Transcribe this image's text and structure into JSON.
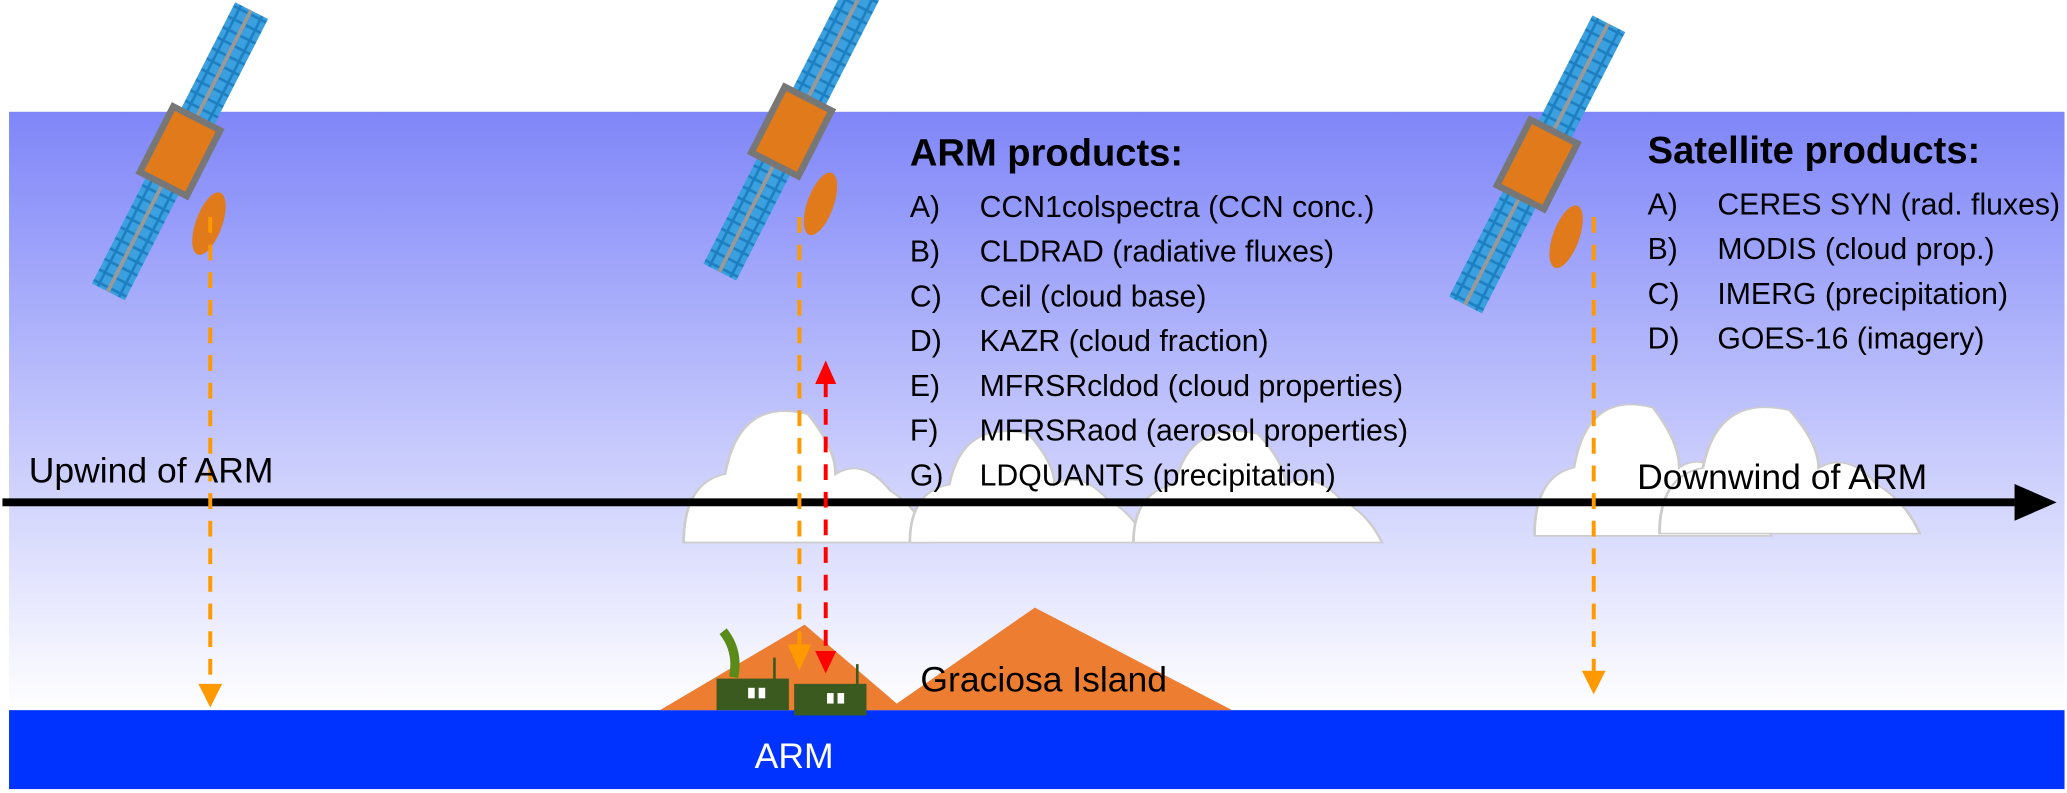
{
  "labels": {
    "upwind": "Upwind of ARM",
    "downwind": "Downwind of ARM",
    "island": "Graciosa Island",
    "site": "ARM"
  },
  "arm_products": {
    "title": "ARM products:",
    "items": [
      {
        "letter": "A)",
        "text": "CCN1colspectra (CCN conc.)"
      },
      {
        "letter": "B)",
        "text": "CLDRAD (radiative fluxes)"
      },
      {
        "letter": "C)",
        "text": "Ceil (cloud base)"
      },
      {
        "letter": "D)",
        "text": "KAZR (cloud fraction)"
      },
      {
        "letter": "E)",
        "text": "MFRSRcldod (cloud properties)"
      },
      {
        "letter": "F)",
        "text": "MFRSRaod (aerosol properties)"
      },
      {
        "letter": "G)",
        "text": "LDQUANTS (precipitation)"
      }
    ]
  },
  "satellite_products": {
    "title": "Satellite products:",
    "items": [
      {
        "letter": "A)",
        "text": "CERES SYN (rad. fluxes)"
      },
      {
        "letter": "B)",
        "text": "MODIS (cloud prop.)"
      },
      {
        "letter": "C)",
        "text": "IMERG (precipitation)"
      },
      {
        "letter": "D)",
        "text": "GOES-16 (imagery)"
      }
    ]
  },
  "colors": {
    "sky_top": "#7f86f8",
    "sea": "#0033ff",
    "island": "#ed7d31",
    "dash": "#ff9900",
    "red": "#ff0000",
    "building": "#3b5a1f"
  }
}
